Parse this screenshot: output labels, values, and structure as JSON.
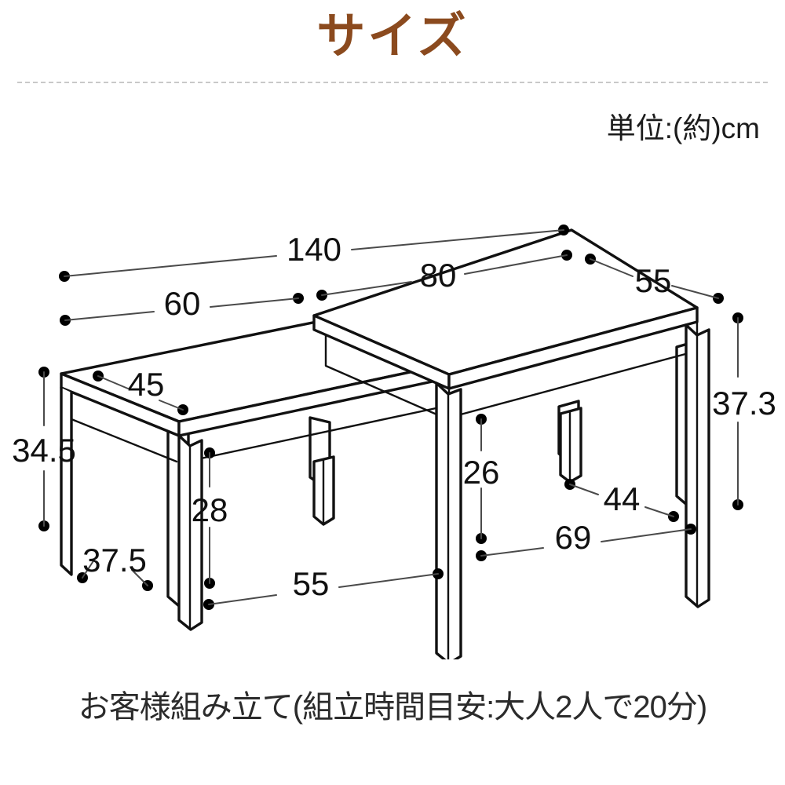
{
  "header": {
    "title": "サイズ",
    "title_color": "#8B4A1E",
    "divider": "dashed-divider",
    "unit_note": "単位:(約)cm"
  },
  "footer": {
    "assembly_note": "お客様組み立て(組立時間目安:大人2人で20分)"
  },
  "diagram": {
    "type": "technical-dimension-drawing",
    "subject": "nesting-tables-pair",
    "line_color": "#111111",
    "dimension_color": "#4a4a4a",
    "unit": "cm",
    "dimensions": {
      "d140": "140",
      "d60": "60",
      "d80": "80",
      "d55_top": "55",
      "d45": "45",
      "d345": "34.5",
      "d28": "28",
      "d375": "37.5",
      "d55_bottom": "55",
      "d26": "26",
      "d44": "44",
      "d69": "69",
      "d373": "37.3"
    }
  }
}
